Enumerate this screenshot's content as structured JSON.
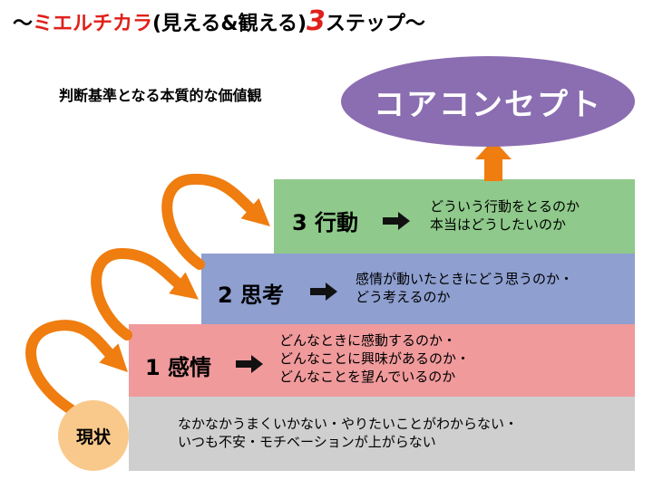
{
  "title": {
    "prefix": "〜",
    "highlight": "ミエルチカラ",
    "middle": "(見える&観える)",
    "number": "3",
    "suffix": "ステップ〜"
  },
  "tagline": "判断基準となる本質的な価値観",
  "core_concept": "コアコンセプト",
  "steps": [
    {
      "label": "3 行動",
      "desc": [
        "どういう行動をとるのか",
        "本当はどうしたいのか"
      ]
    },
    {
      "label": "2 思考",
      "desc": [
        "感情が動いたときにどう思うのか・",
        "どう考えるのか"
      ]
    },
    {
      "label": "1 感情",
      "desc": [
        "どんなときに感動するのか・",
        "どんなことに興味があるのか・",
        "どんなことを望んでいるのか"
      ]
    }
  ],
  "current": {
    "label": "現状",
    "desc": [
      "なかなかうまくいかない・やりたいことがわからない・",
      "いつも不安・モチベーションが上がらない"
    ]
  },
  "colors": {
    "orange_arrow": "#ef7d0f",
    "concept": "#8b6db1",
    "action": "#8fc98b",
    "thought": "#8e9fd0",
    "feeling": "#f09a9c",
    "current": "#cfcfcf",
    "current_circle": "#f9c98c",
    "title_accent": "#e0201a"
  },
  "icons": [
    "curved-arrow-icon",
    "right-arrow-icon",
    "up-arrow-icon"
  ]
}
